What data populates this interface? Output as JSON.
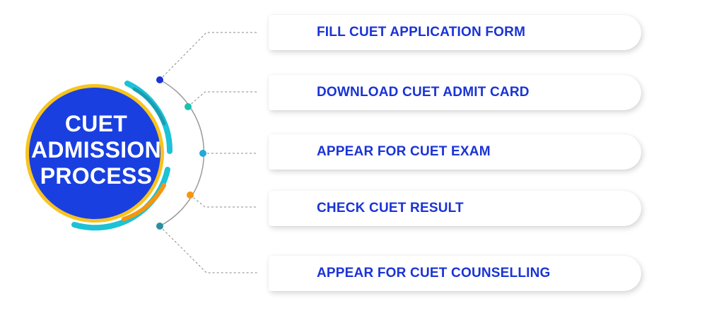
{
  "hub": {
    "line1": "CUET",
    "line2": "ADMISSION",
    "line3": "PROCESS"
  },
  "steps": [
    {
      "label": "FILL CUET APPLICATION FORM",
      "dot_color": "#1a33d6"
    },
    {
      "label": "DOWNLOAD CUET ADMIT CARD",
      "dot_color": "#19c1b0"
    },
    {
      "label": "APPEAR FOR CUET EXAM",
      "dot_color": "#21a9d9"
    },
    {
      "label": "CHECK CUET RESULT",
      "dot_color": "#f5960f"
    },
    {
      "label": "APPEAR FOR CUET COUNSELLING",
      "dot_color": "#2a8fa3"
    }
  ],
  "colors": {
    "hub_fill": "#1a3fe0",
    "hub_ring": "#f7c41f",
    "accent_arc_cyan": "#1cc2d6",
    "accent_arc_teal": "#1a9db0",
    "accent_arc_orange": "#f5960f",
    "text": "#1a33d6",
    "connector": "#8a8a8a"
  }
}
